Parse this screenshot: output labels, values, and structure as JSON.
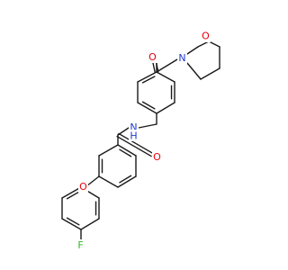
{
  "molecule": {
    "atoms": [
      {
        "id": "o_carbonyl_top",
        "symbol": "O",
        "color": "#e8000b"
      },
      {
        "id": "n_morpholine",
        "symbol": "N",
        "color": "#1f3bd1"
      },
      {
        "id": "o_morpholine",
        "symbol": "O",
        "color": "#e8000b"
      },
      {
        "id": "n_amide",
        "symbol": "N",
        "color": "#1f3bd1"
      },
      {
        "id": "h_amide",
        "symbol": "H",
        "color": "#1f3bd1"
      },
      {
        "id": "o_amide",
        "symbol": "O",
        "color": "#e8000b"
      },
      {
        "id": "o_ether",
        "symbol": "O",
        "color": "#e8000b"
      },
      {
        "id": "f_fluoro",
        "symbol": "F",
        "color": "#33b52a"
      }
    ],
    "bond_color": "#1a1a1a",
    "background": "#ffffff"
  }
}
